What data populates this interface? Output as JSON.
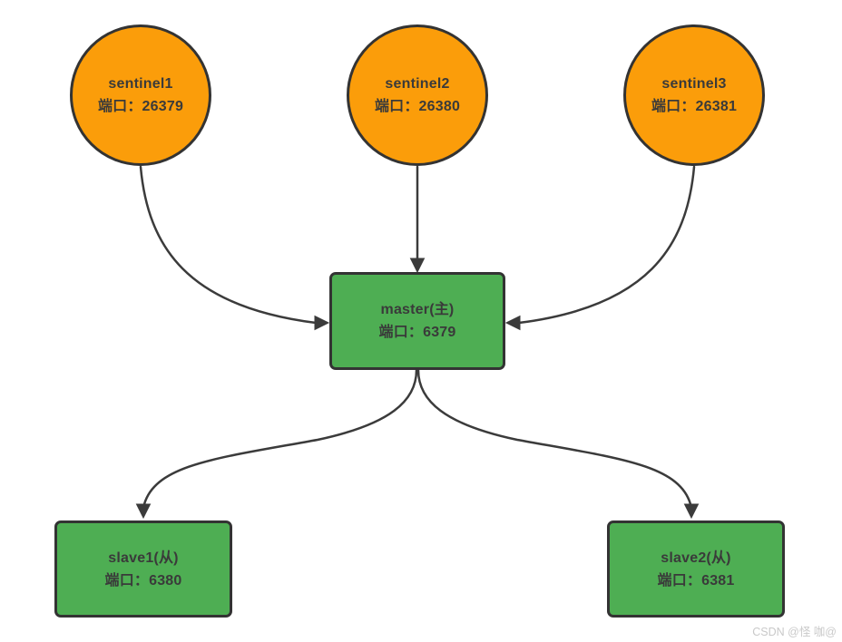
{
  "diagram": {
    "type": "topology-diagram",
    "subject": "Redis sentinel / master / slave architecture",
    "colors": {
      "sentinel_fill": "#FB9D0A",
      "replica_fill": "#4EAE53",
      "node_border": "#333333",
      "arrow": "#3b3b3b",
      "text": "#3a3a3a",
      "watermark": "#c9c9c9",
      "canvas_bg": "#ffffff"
    },
    "nodes": [
      {
        "id": "sentinel1",
        "shape": "circle",
        "label": "sentinel1",
        "port": "端口：26379"
      },
      {
        "id": "sentinel2",
        "shape": "circle",
        "label": "sentinel2",
        "port": "端口：26380"
      },
      {
        "id": "sentinel3",
        "shape": "circle",
        "label": "sentinel3",
        "port": "端口：26381"
      },
      {
        "id": "master",
        "shape": "rect",
        "label": "master(主)",
        "port": "端口：6379"
      },
      {
        "id": "slave1",
        "shape": "rect",
        "label": "slave1(从)",
        "port": "端口：6380"
      },
      {
        "id": "slave2",
        "shape": "rect",
        "label": "slave2(从)",
        "port": "端口：6381"
      }
    ],
    "edges": [
      {
        "from": "sentinel1",
        "to": "master"
      },
      {
        "from": "sentinel2",
        "to": "master"
      },
      {
        "from": "sentinel3",
        "to": "master"
      },
      {
        "from": "master",
        "to": "slave1"
      },
      {
        "from": "master",
        "to": "slave2"
      }
    ],
    "watermark": "CSDN @怪 咖@"
  }
}
